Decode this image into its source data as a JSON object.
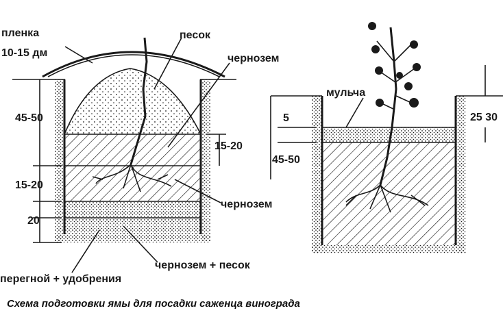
{
  "left_scheme": {
    "film_label": "пленка",
    "film_height_label": "10-15 дм",
    "sand_label": "песок",
    "chernozem_top_label": "чернозем",
    "depth_label": "45-50",
    "layer_15_20_right": "15-20",
    "layer_15_20_left": "15-20",
    "layer_20": "20",
    "chernozem_mid_label": "чернозем",
    "chernozem_sand_label": "чернозем + песок",
    "humus_label": "перегной + удобрения"
  },
  "right_scheme": {
    "mulch_label": "мульча",
    "mulch_depth": "5",
    "depth_label": "45-50",
    "side_label": "25 30"
  },
  "caption": "Схема подготовки ямы для посадки саженца винограда",
  "colors": {
    "ink": "#1a1a1a",
    "background": "#ffffff"
  }
}
